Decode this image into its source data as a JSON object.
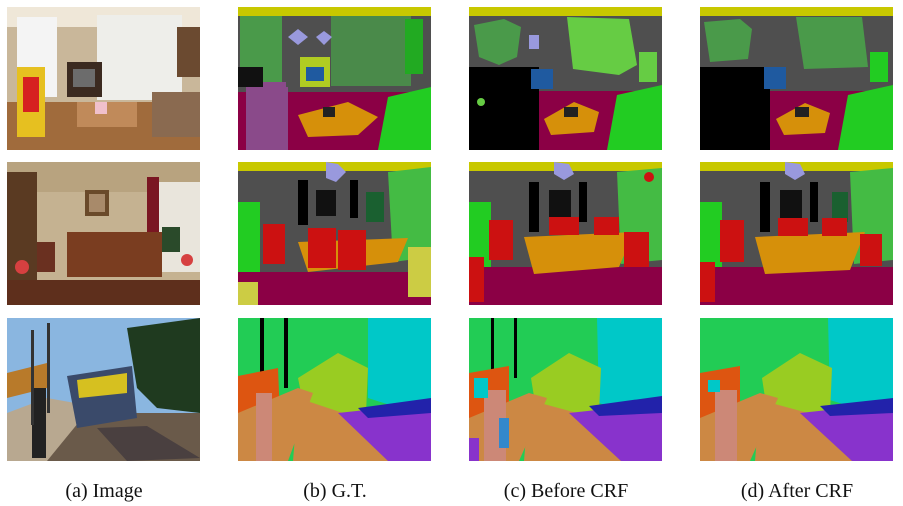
{
  "figure": {
    "captions": [
      {
        "id": "image",
        "text": "(a) Image"
      },
      {
        "id": "gt",
        "text": "(b) G.T."
      },
      {
        "id": "before",
        "text": "(c) Before CRF"
      },
      {
        "id": "after",
        "text": "(d) After CRF"
      }
    ],
    "rows": [
      "living-room",
      "dining-room",
      "train-station"
    ]
  },
  "palette": {
    "wall": "#4f4f4f",
    "ceiling": "#c8c800",
    "floor_maroon": "#8b0045",
    "table_orange": "#d6900a",
    "curtain_green": "#4a9a4a",
    "plant_green": "#22cc22",
    "chair_red": "#cc1111",
    "sky_cyan": "#00c8c8",
    "tree_olive": "#99cc22",
    "track_purple": "#8833cc",
    "platform_tan": "#cc8844",
    "train_orange": "#dd5511",
    "lamp_lavender": "#9999dd",
    "unlabeled_black": "#000000"
  }
}
